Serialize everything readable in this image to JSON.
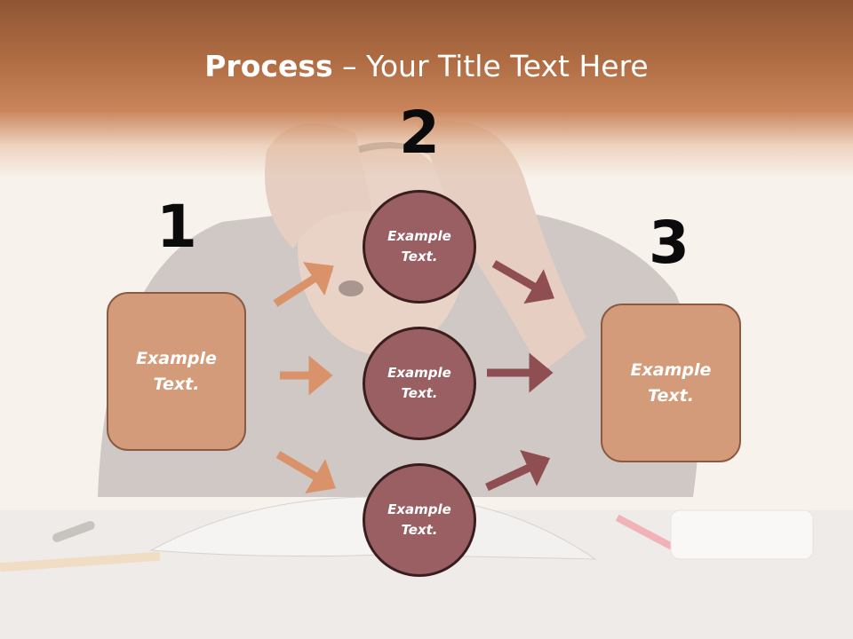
{
  "title": {
    "bold": "Process",
    "rest": " – Your Title Text Here"
  },
  "steps": {
    "n1": "1",
    "n2": "2",
    "n3": "3"
  },
  "left_box": {
    "line1": "Example",
    "line2": "Text."
  },
  "right_box": {
    "line1": "Example",
    "line2": "Text."
  },
  "circles": [
    {
      "line1": "Example",
      "line2": "Text."
    },
    {
      "line1": "Example",
      "line2": "Text."
    },
    {
      "line1": "Example",
      "line2": "Text."
    }
  ],
  "colors": {
    "box_fill": "#d39b79",
    "circle_fill": "#9a5f63",
    "arrow_left": "#d9926a",
    "arrow_right": "#8f4f52"
  }
}
